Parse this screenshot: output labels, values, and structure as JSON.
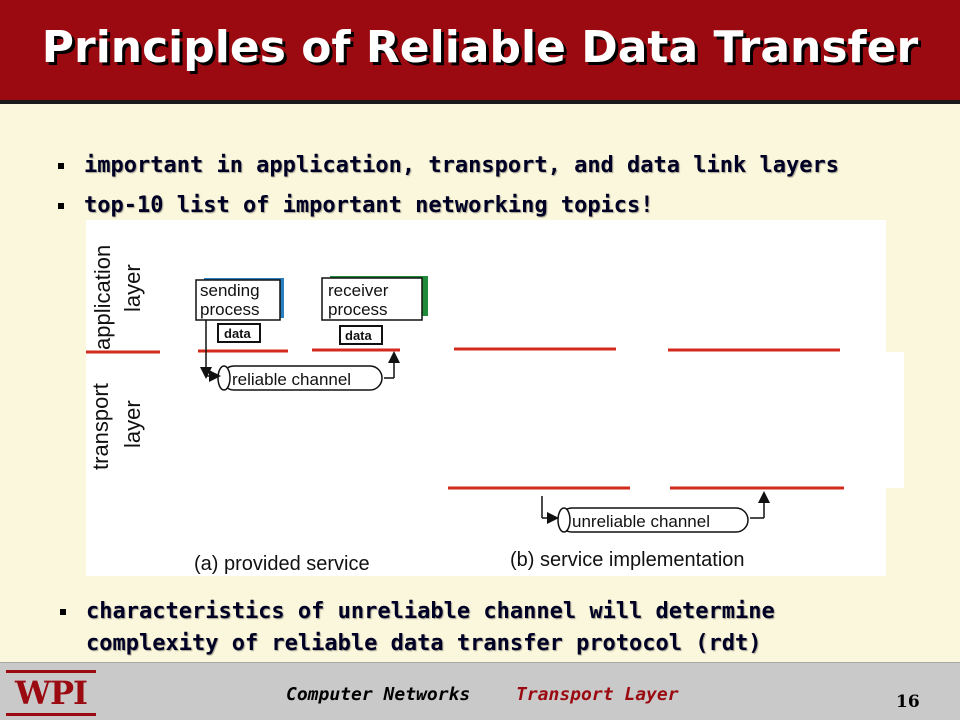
{
  "title": "Principles of Reliable Data Transfer",
  "bullets": [
    "important in application, transport, and data link layers",
    "top-10 list of important networking topics!"
  ],
  "bottom_bullet": {
    "line1": "characteristics of unreliable channel will determine",
    "line2": "complexity of reliable data transfer protocol (rdt)"
  },
  "figure": {
    "layer_application_1": "application",
    "layer_application_2": "layer",
    "layer_transport_1": "transport",
    "layer_transport_2": "layer",
    "sending_process_1": "sending",
    "sending_process_2": "process",
    "receiver_process_1": "receiver",
    "receiver_process_2": "process",
    "data_label": "data",
    "reliable_channel": "reliable channel",
    "unreliable_channel": "unreliable channel",
    "caption_a": "(a)  provided service",
    "caption_b": "(b) service implementation"
  },
  "footer": {
    "logo": "WPI",
    "course": "Computer Networks",
    "topic": "Transport Layer",
    "page": "16"
  },
  "colors": {
    "title_bar": "#9a0a10",
    "background": "#fbf7dd",
    "layer_line": "#d42a1e",
    "sending_accent": "#2a7fc1",
    "receiver_accent": "#1f8a3a",
    "footer_topic": "#9a0a10"
  }
}
